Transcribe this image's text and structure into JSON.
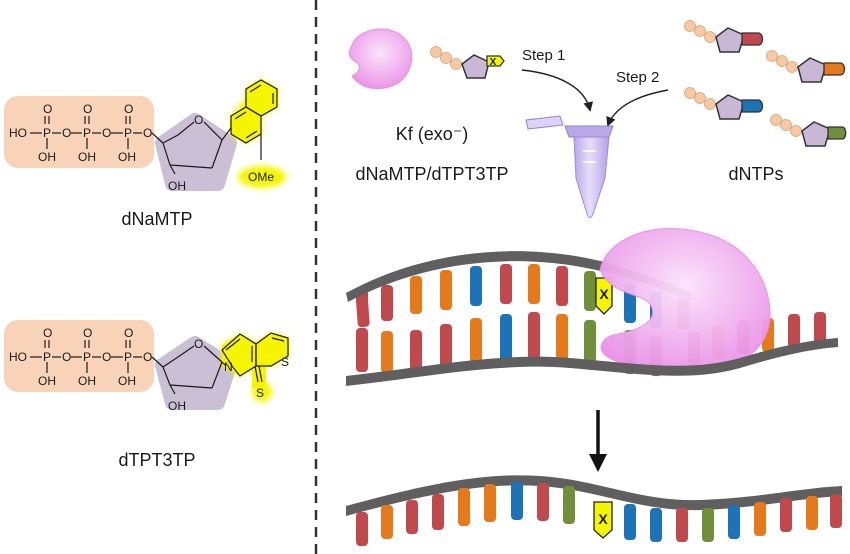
{
  "left": {
    "molecule1": {
      "name": "dNaMTP",
      "ome": "OMe"
    },
    "molecule2": {
      "name": "dTPT3TP",
      "s_ring": "S",
      "s_thione": "S",
      "n": "N"
    },
    "chem": {
      "ho": "HO",
      "p": "P",
      "o": "O",
      "oh": "OH"
    }
  },
  "right": {
    "step1": "Step 1",
    "step2": "Step 2",
    "enzyme_label": "Kf (exo⁻)",
    "substrates_label": "dNaMTP/dTPT3TP",
    "dntps_label": "dNTPs",
    "x_marker": "X"
  },
  "colors": {
    "phosphate_bg": "#f9d3b8",
    "sugar_bg": "#cbbfd6",
    "highlight": "#f5f500",
    "dna_red": "#c0494d",
    "dna_orange": "#e57a1c",
    "dna_blue": "#1d73b8",
    "dna_green": "#6f8f3a",
    "backbone": "#5f5f5f",
    "enzyme": "#f2a6f0",
    "tube": "#c9b8ee",
    "bead": "#f6c9a2",
    "pentagon": "#c8b8d6"
  }
}
